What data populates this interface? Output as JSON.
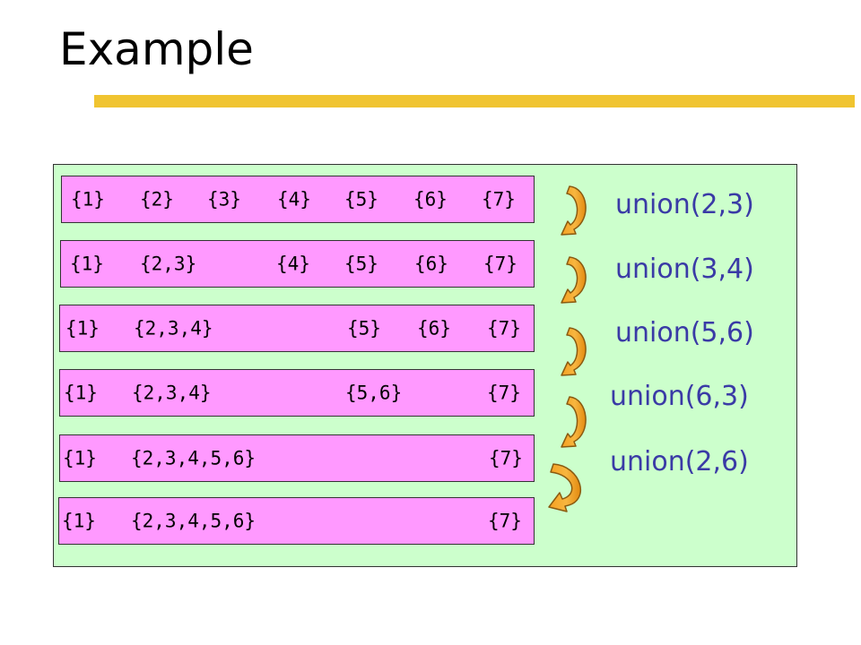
{
  "slide": {
    "title": "Example",
    "accent_color": "#f0c430",
    "panel_color": "#ccffcc",
    "row_color": "#ff99ff",
    "arrow_color": "#f5a020",
    "text_color": "#3a3aa6"
  },
  "rows": [
    {
      "sets": [
        "{1}",
        "{2}",
        "{3}",
        "{4}",
        "{5}",
        "{6}",
        "{7}"
      ]
    },
    {
      "sets": [
        "{1}",
        "{2,3}",
        "{4}",
        "{5}",
        "{6}",
        "{7}"
      ]
    },
    {
      "sets": [
        "{1}",
        "{2,3,4}",
        "{5}",
        "{6}",
        "{7}"
      ]
    },
    {
      "sets": [
        "{1}",
        "{2,3,4}",
        "{5,6}",
        "{7}"
      ]
    },
    {
      "sets": [
        "{1}",
        "{2,3,4,5,6}",
        "{7}"
      ]
    },
    {
      "sets": [
        "{1}",
        "{2,3,4,5,6}",
        "{7}"
      ]
    }
  ],
  "operations": [
    "union(2,3)",
    "union(3,4)",
    "union(5,6)",
    "union(6,3)",
    "union(2,6)"
  ],
  "arrow_icon": "curved-down-arrow-icon"
}
